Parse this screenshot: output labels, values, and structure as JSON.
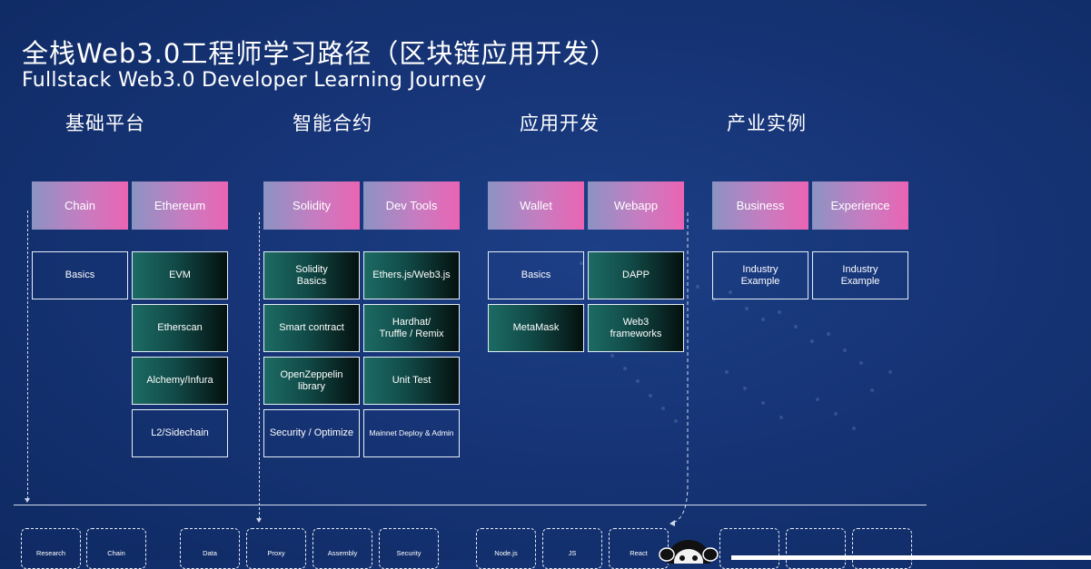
{
  "title_cn": "全栈Web3.0工程师学习路径（区块链应用开发）",
  "title_en": "Fullstack Web3.0 Developer Learning Journey",
  "columns": [
    {
      "heading": "基础平台",
      "tags": [
        "Chain",
        "Ethereum"
      ]
    },
    {
      "heading": "智能合约",
      "tags": [
        "Solidity",
        "Dev Tools"
      ]
    },
    {
      "heading": "应用开发",
      "tags": [
        "Wallet",
        "Webapp"
      ]
    },
    {
      "heading": "产业实例",
      "tags": [
        "Business",
        "Experience"
      ]
    }
  ],
  "cells": {
    "chain": [
      "Basics"
    ],
    "ethereum": [
      "EVM",
      "Etherscan",
      "Alchemy/Infura",
      "L2/Sidechain"
    ],
    "solidity": [
      "Solidity\nBasics",
      "Smart contract",
      "OpenZeppelin\nlibrary",
      "Security / Optimize"
    ],
    "devtools": [
      "Ethers.js/Web3.js",
      "Hardhat/\nTruffle / Remix",
      "Unit Test",
      "Mainnet Deploy & Admin"
    ],
    "wallet": [
      "Basics",
      "MetaMask"
    ],
    "webapp": [
      "DAPP",
      "Web3\nframeworks"
    ],
    "business": [
      "Industry\nExample"
    ],
    "experience": [
      "Industry\nExample"
    ]
  },
  "bottom_boxes": [
    "Research",
    "Chain",
    "Data",
    "Proxy",
    "Assembly",
    "Security",
    "Node.js",
    "JS",
    "React",
    "",
    "",
    ""
  ],
  "colors": {
    "background": "#163476",
    "tag_gradient_start": "#8b93c3",
    "tag_gradient_end": "#ea64b3",
    "cell_dark_start": "#1c6b64",
    "cell_dark_end": "#04110f",
    "border": "#e6eef7"
  },
  "icons": {
    "mascot": "monkey-mascot-icon"
  }
}
